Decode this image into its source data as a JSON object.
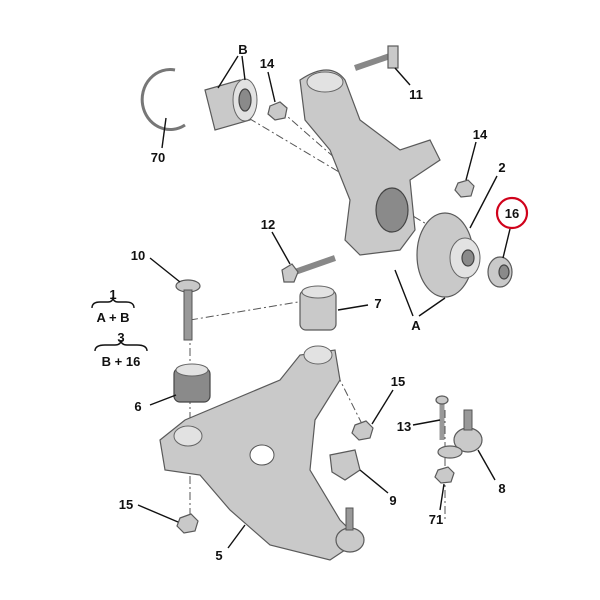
{
  "diagram": {
    "labels": {
      "b": "B",
      "p14a": "14",
      "p11": "11",
      "p70": "70",
      "p14b": "14",
      "p2": "2",
      "p16": "16",
      "p12": "12",
      "p10": "10",
      "p7": "7",
      "kit1": "1",
      "kit1_parts": "A + B",
      "kit3": "3",
      "kit3_parts": "B + 16",
      "a": "A",
      "p6": "6",
      "p15a": "15",
      "p13": "13",
      "p8": "8",
      "p9": "9",
      "p15b": "15",
      "p71": "71",
      "p5": "5"
    },
    "highlight_color": "#d0021b"
  }
}
